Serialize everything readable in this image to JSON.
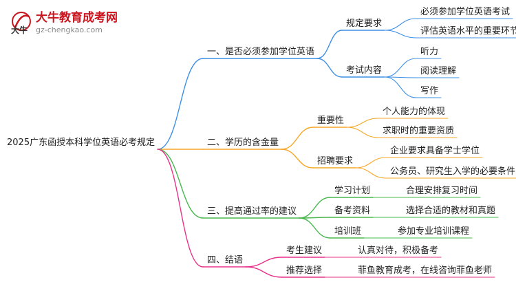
{
  "logo": {
    "name": "大牛教育成考网",
    "domain": "gz-chengkao.com",
    "mark_text": "大牛"
  },
  "colors": {
    "blue": "#3c8fe6",
    "orange": "#f5a623",
    "green": "#48b84e",
    "pink": "#e8318a"
  },
  "mindmap": {
    "root": "2025广东函授本科学位英语必考规定",
    "branches": [
      {
        "label": "一、是否必须参加学位英语",
        "color": "blue",
        "children": [
          {
            "label": "规定要求",
            "children": [
              "必须参加学位英语考试",
              "评估英语水平的重要环节"
            ]
          },
          {
            "label": "考试内容",
            "children": [
              "听力",
              "阅读理解",
              "写作"
            ]
          }
        ]
      },
      {
        "label": "二、学历的含金量",
        "color": "orange",
        "children": [
          {
            "label": "重要性",
            "children": [
              "个人能力的体现",
              "求职时的重要资质"
            ]
          },
          {
            "label": "招聘要求",
            "children": [
              "企业要求具备学士学位",
              "公务员、研究生入学的必要条件"
            ]
          }
        ]
      },
      {
        "label": "三、提高通过率的建议",
        "color": "green",
        "children": [
          {
            "label": "学习计划",
            "children": [
              "合理安排复习时间"
            ]
          },
          {
            "label": "备考资料",
            "children": [
              "选择合适的教材和真题"
            ]
          },
          {
            "label": "培训班",
            "children": [
              "参加专业培训课程"
            ]
          }
        ]
      },
      {
        "label": "四、结语",
        "color": "pink",
        "children": [
          {
            "label": "考生建议",
            "children": [
              "认真对待，积极备考"
            ]
          },
          {
            "label": "推荐选择",
            "children": [
              "菲鱼教育成考，在线咨询菲鱼老师"
            ]
          }
        ]
      }
    ]
  }
}
